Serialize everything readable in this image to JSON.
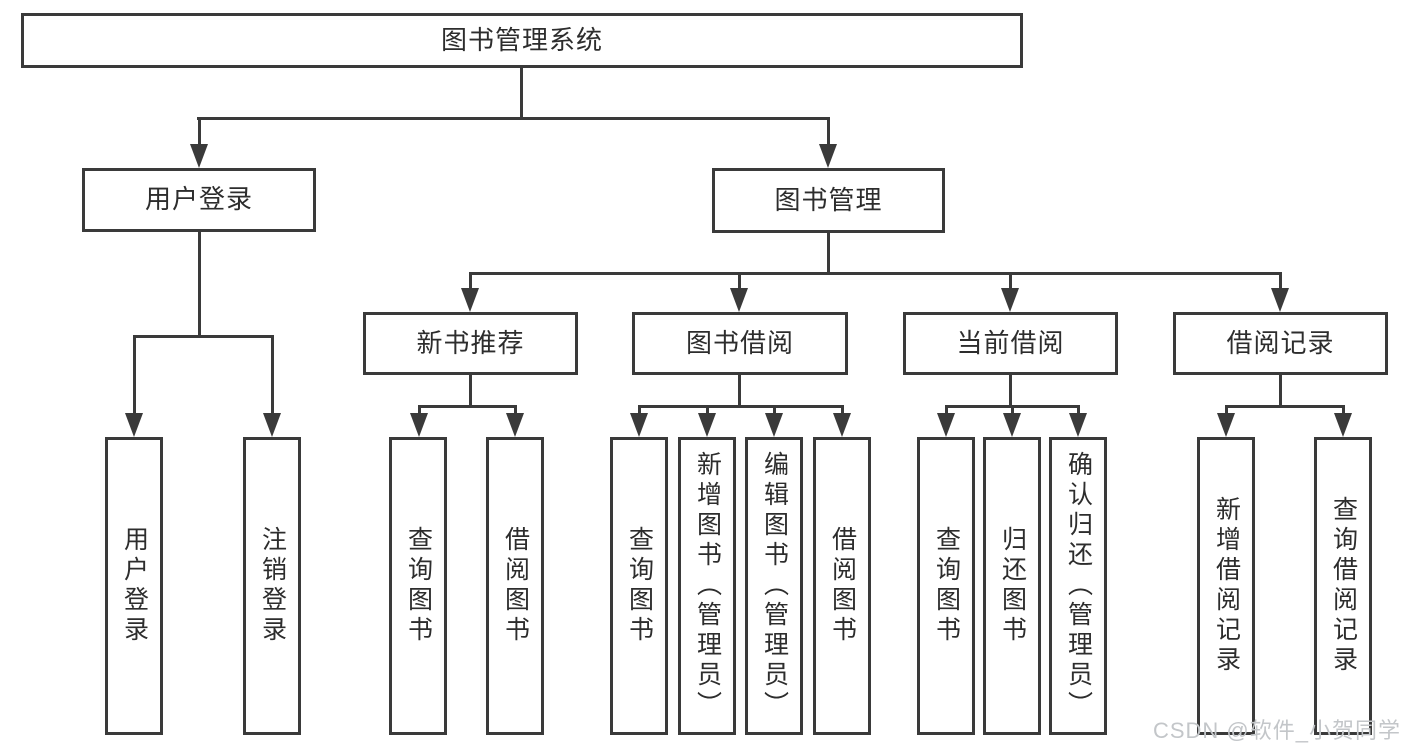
{
  "nodes": {
    "root": "图书管理系统",
    "level2": [
      "用户登录",
      "图书管理"
    ],
    "level3": [
      "新书推荐",
      "图书借阅",
      "当前借阅",
      "借阅记录"
    ],
    "leaves": [
      "用户登录",
      "注销登录",
      "查询图书",
      "借阅图书",
      "查询图书",
      "新增图书（管理员）",
      "编辑图书（管理员）",
      "借阅图书",
      "查询图书",
      "归还图书",
      "确认归还（管理员）",
      "新增借阅记录",
      "查询借阅记录"
    ]
  },
  "watermark": "CSDN @软件_小贺同学",
  "colors": {
    "line": "#3a3a3a",
    "text": "#2d2d2d",
    "watermark": "#c3c6c9",
    "background": "#ffffff"
  }
}
